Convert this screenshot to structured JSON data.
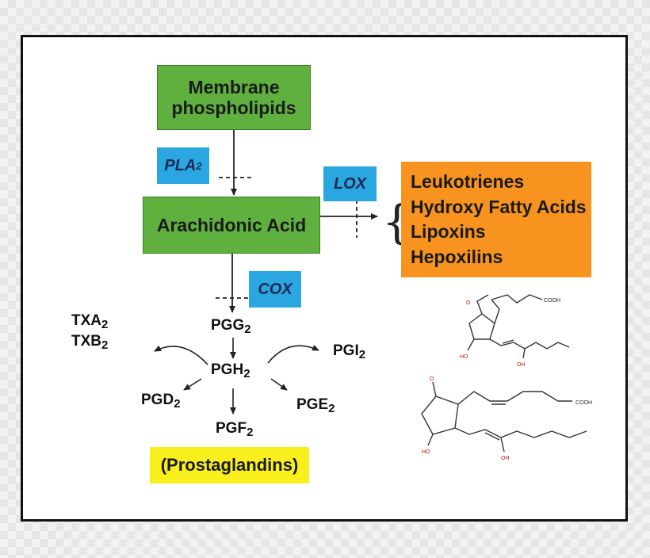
{
  "boxes": {
    "membrane": "Membrane phospholipids",
    "arachidonic": "Arachidonic Acid",
    "prostaglandins": "(Prostaglandins)"
  },
  "enzymes": {
    "pla2": "PLA",
    "pla2_sub": "2",
    "lox": "LOX",
    "cox": "COX"
  },
  "lox_products": [
    "Leukotrienes",
    "Hydroxy Fatty Acids",
    "Lipoxins",
    "Hepoxilins"
  ],
  "intermediates": {
    "pgg": {
      "base": "PGG",
      "sub": "2"
    },
    "pgh": {
      "base": "PGH",
      "sub": "2"
    },
    "pgf": {
      "base": "PGF",
      "sub": "2"
    },
    "pgd": {
      "base": "PGD",
      "sub": "2"
    },
    "pge": {
      "base": "PGE",
      "sub": "2"
    },
    "pgi": {
      "base": "PGI",
      "sub": "2"
    },
    "txa": {
      "base": "TXA",
      "sub": "2"
    },
    "txb": {
      "base": "TXB",
      "sub": "2"
    }
  },
  "molecules": {
    "top": {
      "cooh": "COOH",
      "oh1": "HO",
      "oh2": "OH",
      "o": "O"
    },
    "bottom": {
      "cooh": "COOH",
      "oh1": "HO",
      "oh2": "OH",
      "o": "O"
    }
  },
  "colors": {
    "green_box": "#5fb03e",
    "blue_box": "#2aa7e0",
    "orange_box": "#f7931e",
    "yellow_box": "#f8ef1c",
    "hydroxyl": "#cc1111"
  }
}
